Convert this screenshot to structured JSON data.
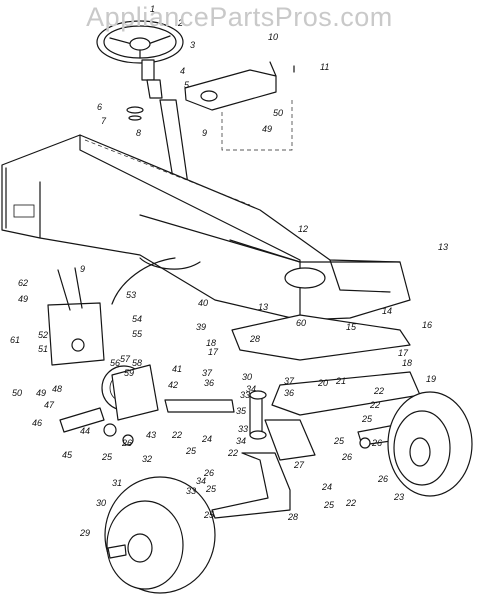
{
  "watermark": "AppliancePartsPros.com",
  "callouts": [
    "1",
    "2",
    "3",
    "4",
    "5",
    "6",
    "7",
    "8",
    "9",
    "10",
    "11",
    "50",
    "49",
    "12",
    "13",
    "9",
    "62",
    "49",
    "53",
    "52",
    "54",
    "61",
    "51",
    "55",
    "50",
    "49",
    "48",
    "47",
    "46",
    "45",
    "44",
    "25",
    "26",
    "43",
    "57",
    "58",
    "56",
    "59",
    "42",
    "41",
    "40",
    "39",
    "13",
    "18",
    "17",
    "60",
    "15",
    "14",
    "16",
    "28",
    "30",
    "37",
    "36",
    "34",
    "33",
    "35",
    "37",
    "20",
    "36",
    "21",
    "18",
    "17",
    "19",
    "22",
    "24",
    "25",
    "22",
    "33",
    "34",
    "25",
    "26",
    "26",
    "27",
    "22",
    "25",
    "26",
    "23",
    "24",
    "25",
    "22",
    "32",
    "31",
    "30",
    "29",
    "26",
    "25",
    "33",
    "34",
    "28",
    "22",
    "25"
  ]
}
